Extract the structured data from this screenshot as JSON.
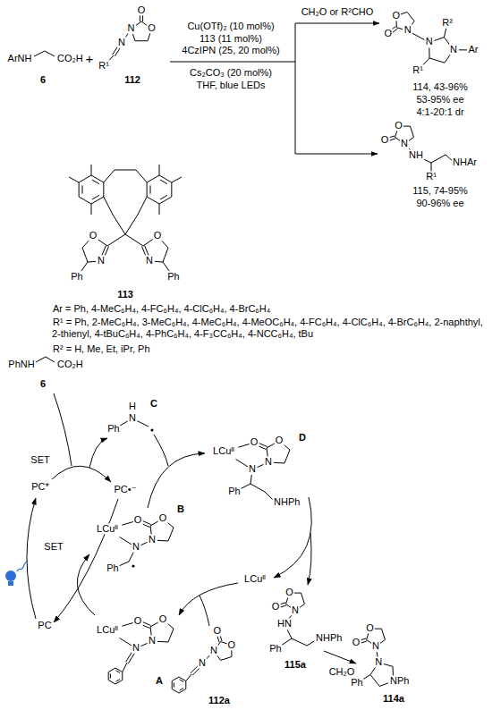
{
  "diagram": {
    "labels": [
      "ArNH",
      "CO₂H",
      "6",
      "+",
      "O",
      "O",
      "N",
      "N",
      "R¹",
      "112",
      "Cu(OTf)₂ (10 mol%)",
      "113 (11 mol%)",
      "4CzIPN (25, 20 mol%)",
      "Cs₂CO₃ (20 mol%)",
      "THF, blue LEDs",
      "CH₂O or R²CHO",
      "O",
      "O",
      "N",
      "N",
      "N",
      "R²",
      "Ar",
      "R¹",
      "114, 43-96%",
      "53-95% ee",
      "4:1-20:1 dr",
      "O",
      "O",
      "N",
      "NH",
      "NHAr",
      "R¹",
      "115, 74-95%",
      "90-96% ee",
      "O",
      "N",
      "N",
      "O",
      "Ph",
      "Ph",
      "113",
      "Ar = Ph, 4-MeC₆H₄, 4-FC₆H₄, 4-ClC₆H₄, 4-BrC₆H₄",
      "R¹ = Ph, 2-MeC₆H₄, 3-MeC₆H₄, 4-MeC₆H₄, 4-MeOC₆H₄, 4-FC₆H₄, 4-ClC₆H₄, 4-BrC₆H₄, 2-naphthyl, 2-thienyl, 4-tBuC₆H₄, 4-PhC₆H₄, 4-F₃CC₆H₄, 4-NCC₆H₄, tBu",
      "R² = H, Me, Et, iPr, Ph",
      "PhNH",
      "CO₂H",
      "6",
      "H",
      "N",
      "Ph",
      "C",
      "SET",
      "PC*",
      "PC•⁻",
      "SET",
      "PC",
      "LCuᴵᴵ",
      "O",
      "O",
      "N",
      "N",
      "Ph",
      "B",
      "LCuᴵᴵ",
      "O",
      "O",
      "N",
      "N",
      "Ph",
      "NHPh",
      "D",
      "LCuᴵᴵ",
      "LCuᴵᴵ",
      "O",
      "O",
      "N",
      "N",
      "A",
      "O",
      "O",
      "N",
      "HN",
      "Ph",
      "NHPh",
      "115a",
      "O",
      "O",
      "N",
      "N",
      "112a",
      "CH₂O",
      "O",
      "O",
      "N",
      "N",
      "NPh",
      "Ph",
      "114a"
    ]
  }
}
